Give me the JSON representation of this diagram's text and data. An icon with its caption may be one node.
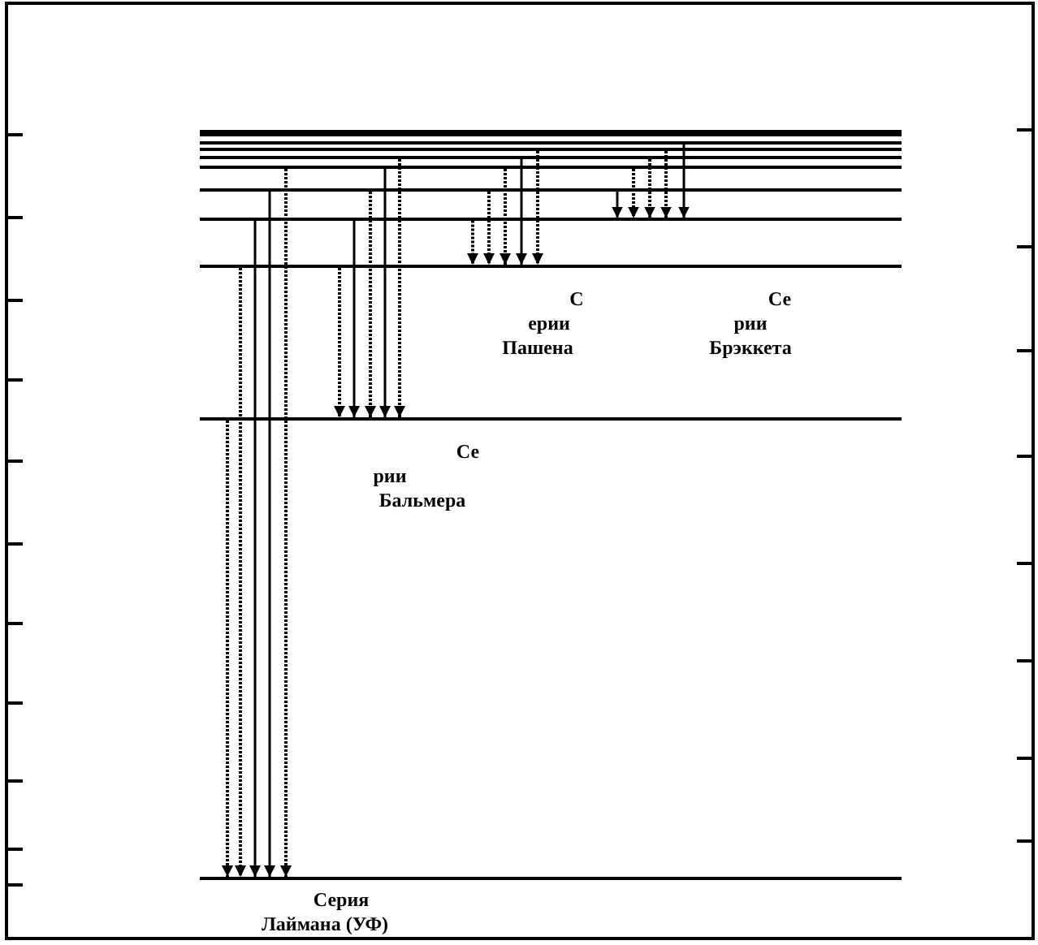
{
  "diagram": {
    "nodes": [
      {
        "text": [],
        "shape": "line"
      },
      {
        "text": [],
        "shape": "line"
      },
      {
        "text": [],
        "shape": "line"
      },
      {
        "text": [],
        "shape": "line"
      },
      {
        "text": [],
        "shape": "line"
      },
      {
        "text": [],
        "shape": "line"
      },
      {
        "text": [],
        "shape": "line"
      },
      {
        "text": [],
        "shape": "line"
      },
      {
        "text": [],
        "shape": "line"
      },
      {
        "text": [],
        "shape": "line"
      }
    ],
    "edges": [
      {
        "from": 8,
        "to": 9,
        "arrow": "to",
        "style": "dashed"
      },
      {
        "from": 7,
        "to": 9,
        "arrow": "to",
        "style": "dashed"
      },
      {
        "from": 6,
        "to": 9,
        "arrow": "to"
      },
      {
        "from": 5,
        "to": 9,
        "arrow": "to"
      },
      {
        "from": 4,
        "to": 9,
        "arrow": "to",
        "style": "dashed"
      },
      {
        "from": 7,
        "to": 8,
        "arrow": "to",
        "style": "dashed"
      },
      {
        "from": 6,
        "to": 8,
        "arrow": "to"
      },
      {
        "from": 5,
        "to": 8,
        "arrow": "to",
        "style": "dashed"
      },
      {
        "from": 4,
        "to": 8,
        "arrow": "to"
      },
      {
        "from": 3,
        "to": 8,
        "arrow": "to",
        "style": "dashed"
      },
      {
        "from": 6,
        "to": 7,
        "arrow": "to",
        "style": "dashed"
      },
      {
        "from": 5,
        "to": 7,
        "arrow": "to",
        "style": "dashed"
      },
      {
        "from": 4,
        "to": 7,
        "arrow": "to",
        "style": "dashed"
      },
      {
        "from": 3,
        "to": 7,
        "arrow": "to"
      },
      {
        "from": 2,
        "to": 7,
        "arrow": "to",
        "style": "dashed"
      },
      {
        "from": 5,
        "to": 6,
        "arrow": "to"
      },
      {
        "from": 4,
        "to": 6,
        "arrow": "to",
        "style": "dashed"
      },
      {
        "from": 3,
        "to": 6,
        "arrow": "to",
        "style": "dashed"
      },
      {
        "from": 2,
        "to": 6,
        "arrow": "to",
        "style": "dashed"
      },
      {
        "from": 1,
        "to": 6,
        "arrow": "to"
      }
    ],
    "labels": [
      "С",
      "Се",
      "ерии",
      "рии",
      "Пашена",
      "Брэккета",
      "Се",
      "рии",
      "Бальмера",
      "Серия",
      "Лаймана (УФ)"
    ]
  }
}
